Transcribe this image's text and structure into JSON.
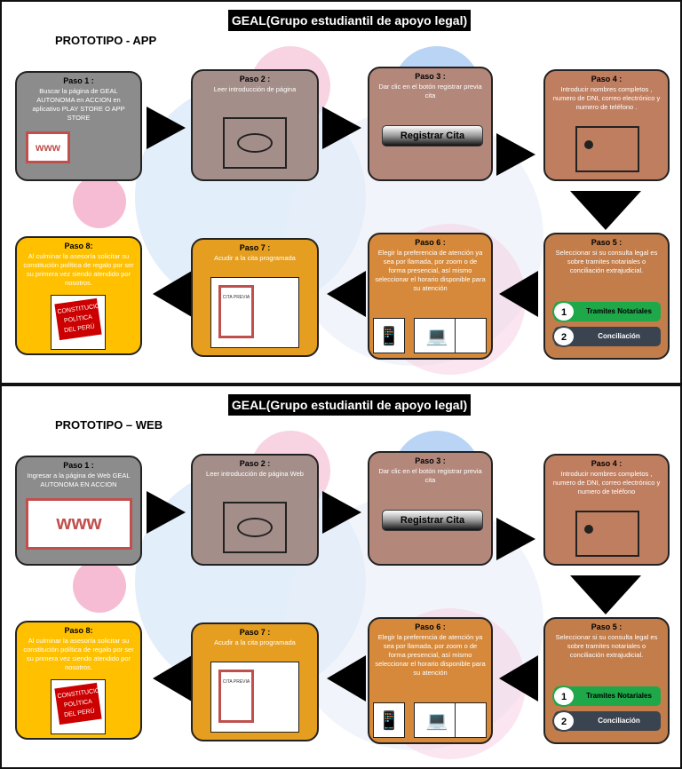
{
  "sections": [
    {
      "title": "GEAL(Grupo estudiantil de apoyo legal)",
      "subtitle": "PROTOTIPO - APP",
      "steps": [
        {
          "label": "Paso 1 :",
          "text": "Buscar la página de GEAL AUTONOMA en ACCION en aplicativo PLAY STORE O APP STORE",
          "color": "#8c8c8c"
        },
        {
          "label": "Paso 2 :",
          "text": "Leer introducción de página",
          "color": "#a48e8a"
        },
        {
          "label": "Paso 3 :",
          "text": "Dar clic en el botón registrar previa cita",
          "color": "#b4877b",
          "button": "Registrar Cita"
        },
        {
          "label": "Paso 4 :",
          "text": "Introducir nombres completos , numero de DNI, correo electrónico y numero de teléfono .",
          "color": "#c07e60"
        },
        {
          "label": "Paso 5 :",
          "text": "Seleccionar si su consulta legal es sobre tramites notariales o conciliación extrajudicial.",
          "color": "#c27d4b",
          "options": [
            {
              "num": "1",
              "label": "Tramites Notariales"
            },
            {
              "num": "2",
              "label": "Conciliación"
            }
          ]
        },
        {
          "label": "Paso 6 :",
          "text": "Elegir la preferencia de atención ya sea por llamada, por zoom o de forma presencial, así mismo seleccionar el horario disponible para su atención",
          "color": "#d6893a"
        },
        {
          "label": "Paso 7 :",
          "text": "Acudir a la cita programada",
          "color": "#e59e1f",
          "pic_text": "CITA PREVIA"
        },
        {
          "label": "Paso 8:",
          "text": "Al culminar la asesoría solicitar su constitución política de regalo por ser su primera vez siendo atendido por nosotros.",
          "color": "#ffc000",
          "pic_text": "CONSTITUCIÓN POLÍTICA DEL PERÚ"
        }
      ]
    },
    {
      "title": "GEAL(Grupo estudiantil de apoyo legal)",
      "subtitle": "PROTOTIPO – WEB",
      "steps": [
        {
          "label": "Paso 1 :",
          "text": "Ingresar a la página de Web GEAL AUTONOMA EN ACCION",
          "color": "#8c8c8c"
        },
        {
          "label": "Paso 2 :",
          "text": "Leer introducción de página Web",
          "color": "#a48e8a"
        },
        {
          "label": "Paso 3 :",
          "text": "Dar clic en el botón registrar previa cita",
          "color": "#b4877b",
          "button": "Registrar Cita"
        },
        {
          "label": "Paso 4 :",
          "text": "Introducir nombres completos , numero de DNI, correo electrónico y numero de teléfono",
          "color": "#c07e60"
        },
        {
          "label": "Paso 5 :",
          "text": "Seleccionar si su consulta legal es sobre tramites notariales o conciliación extrajudicial.",
          "color": "#c27d4b",
          "options": [
            {
              "num": "1",
              "label": "Tramites Notariales"
            },
            {
              "num": "2",
              "label": "Conciliación"
            }
          ]
        },
        {
          "label": "Paso 6 :",
          "text": "Elegir la preferencia de atención ya sea por llamada, por zoom o de forma presencial, así mismo seleccionar el horario disponible para su atención",
          "color": "#d6893a"
        },
        {
          "label": "Paso 7 :",
          "text": "Acudir a la cita programada",
          "color": "#e59e1f",
          "pic_text": "CITA PREVIA"
        },
        {
          "label": "Paso 8:",
          "text": "Al culminar la asesoría solicitar su constitución política de regalo por ser su primera vez siendo atendido por nosotros.",
          "color": "#ffc000",
          "pic_text": "CONSTITUCIÓN POLÍTICA DEL PERÚ"
        }
      ]
    }
  ],
  "colors": {
    "option_1": "#1ea84a",
    "option_2": "#3a4350",
    "arrow": "#000000"
  }
}
